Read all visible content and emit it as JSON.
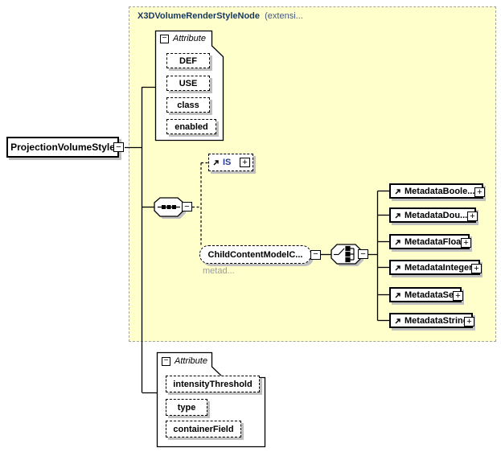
{
  "root_element": {
    "label": "ProjectionVolumeStyle"
  },
  "container": {
    "title": "X3DVolumeRenderStyleNode",
    "title_suffix": "(extensi..."
  },
  "inherited_attributes": {
    "group_label": "Attribute",
    "items": [
      "DEF",
      "USE",
      "class",
      "enabled"
    ]
  },
  "is_element": {
    "label": "IS"
  },
  "child_content_model": {
    "label": "ChildContentModelC...",
    "annotation": "metad..."
  },
  "metadata_elements": [
    {
      "label": "MetadataBoole..."
    },
    {
      "label": "MetadataDou..."
    },
    {
      "label": "MetadataFloat"
    },
    {
      "label": "MetadataInteger"
    },
    {
      "label": "MetadataSet"
    },
    {
      "label": "MetadataString"
    }
  ],
  "local_attributes": {
    "group_label": "Attribute",
    "items": [
      "intensityThreshold",
      "type",
      "containerField"
    ]
  },
  "icons": {
    "collapse": "−",
    "expand": "+"
  },
  "colors": {
    "container_fill": "#FFFFCC",
    "title_text": "#17375E",
    "shadow": "#BFBFBF",
    "annotation_text": "#9B9B9B",
    "is_text": "#2B3990"
  }
}
